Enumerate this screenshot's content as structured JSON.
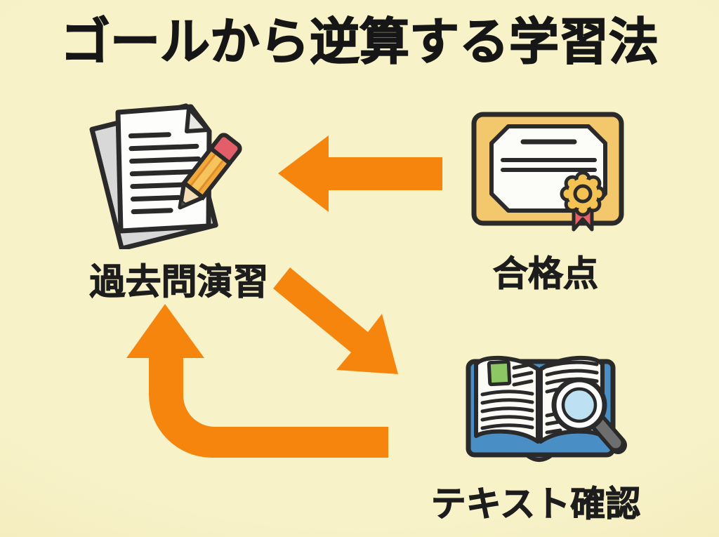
{
  "title": "ゴールから逆算する学習法",
  "nodes": {
    "past_exam_practice": {
      "label": "過去問演習",
      "icon": "past-exam-papers-icon"
    },
    "passing_score": {
      "label": "合格点",
      "icon": "certificate-icon"
    },
    "textbook_check": {
      "label": "テキスト確認",
      "icon": "textbook-magnifier-icon"
    }
  },
  "flow": [
    {
      "from": "passing_score",
      "to": "past_exam_practice",
      "style": "straight-left-arrow"
    },
    {
      "from": "past_exam_practice",
      "to": "textbook_check",
      "style": "diagonal-down-right-arrow"
    },
    {
      "from": "textbook_check",
      "to": "past_exam_practice",
      "style": "elbow-loop-up-arrow"
    }
  ],
  "colors": {
    "background": "#F6F0C2",
    "arrow_orange": "#F6850E",
    "outline_dark": "#2A2A2A",
    "certificate_gold": "#F3C76B",
    "rosette_gold": "#F3C252",
    "ribbon_red": "#E9606B",
    "pencil_body_orange": "#F2A93B",
    "pencil_highlight": "#F6C35C",
    "pencil_eraser_red": "#E25F6A",
    "pencil_wood": "#F5DDB8",
    "paper_white": "#FDFDFB",
    "paper_gray": "#D8D8D8",
    "book_cover_blue": "#4A8EC6",
    "page_image_green": "#8CC763",
    "lens_blue": "#BDE1F2",
    "handle_gray": "#6E6E6E",
    "title_text": "#161616"
  }
}
